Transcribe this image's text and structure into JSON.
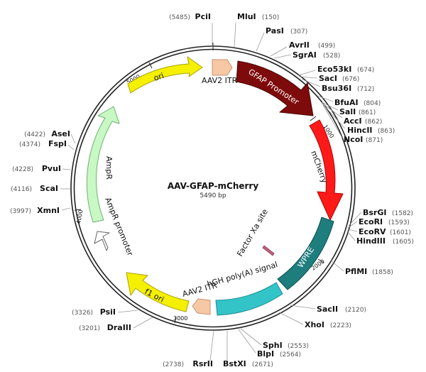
{
  "plasmid": {
    "name": "AAV-GFAP-mCherry",
    "size_label": "5490 bp",
    "length": 5490
  },
  "ticks": [
    "1000",
    "2000",
    "3000",
    "4000",
    "5000"
  ],
  "features": [
    {
      "id": "aav2-itr-1",
      "label": "AAV2 ITR",
      "color": "#f6c8a4"
    },
    {
      "id": "gfap-promoter",
      "label": "GFAP Promoter",
      "color": "#7e0b0b"
    },
    {
      "id": "mcherry",
      "label": "mCherry",
      "color": "#ff1a1a"
    },
    {
      "id": "factor-xa-site",
      "label": "Factor Xa site",
      "color": "#c06080"
    },
    {
      "id": "wpre",
      "label": "WPRE",
      "color": "#1e7d7d"
    },
    {
      "id": "hgh-polya",
      "label": "hGH poly(A) signal",
      "color": "#33c4c8"
    },
    {
      "id": "aav2-itr-2",
      "label": "AAV2 ITR",
      "color": "#f6c8a4"
    },
    {
      "id": "f1-ori",
      "label": "f1 ori",
      "color": "#f4f000"
    },
    {
      "id": "ampr-promoter",
      "label": "AmpR promoter",
      "color": "#ffffff"
    },
    {
      "id": "ampr",
      "label": "AmpR",
      "color": "#c8f8c4"
    },
    {
      "id": "ori",
      "label": "ori",
      "color": "#f4f000"
    }
  ],
  "enzymes": [
    {
      "name": "PciI",
      "pos": "(5485)"
    },
    {
      "name": "MluI",
      "pos": "(150)"
    },
    {
      "name": "PasI",
      "pos": "(307)"
    },
    {
      "name": "AvrII",
      "pos": "(499)"
    },
    {
      "name": "SgrAI",
      "pos": "(528)"
    },
    {
      "name": "Eco53kI",
      "pos": "(674)"
    },
    {
      "name": "SacI",
      "pos": "(676)"
    },
    {
      "name": "Bsu36I",
      "pos": "(712)"
    },
    {
      "name": "BfuAI",
      "pos": "(804)"
    },
    {
      "name": "SalI",
      "pos": "(861)"
    },
    {
      "name": "AccI",
      "pos": "(862)"
    },
    {
      "name": "HincII",
      "pos": "(863)"
    },
    {
      "name": "NcoI",
      "pos": "(871)"
    },
    {
      "name": "BsrGI",
      "pos": "(1582)"
    },
    {
      "name": "EcoRI",
      "pos": "(1593)"
    },
    {
      "name": "EcoRV",
      "pos": "(1601)"
    },
    {
      "name": "HindIII",
      "pos": "(1605)"
    },
    {
      "name": "PflMI",
      "pos": "(1858)"
    },
    {
      "name": "SacII",
      "pos": "(2120)"
    },
    {
      "name": "XhoI",
      "pos": "(2223)"
    },
    {
      "name": "SphI",
      "pos": "(2553)"
    },
    {
      "name": "BlpI",
      "pos": "(2564)"
    },
    {
      "name": "BstXI",
      "pos": "(2671)"
    },
    {
      "name": "RsrII",
      "pos": "(2738)"
    },
    {
      "name": "DraIII",
      "pos": "(3201)"
    },
    {
      "name": "PsiI",
      "pos": "(3326)"
    },
    {
      "name": "XmnI",
      "pos": "(3997)"
    },
    {
      "name": "ScaI",
      "pos": "(4116)"
    },
    {
      "name": "PvuI",
      "pos": "(4228)"
    },
    {
      "name": "FspI",
      "pos": "(4374)"
    },
    {
      "name": "AseI",
      "pos": "(4422)"
    }
  ],
  "colors": {
    "backbone": "#222222",
    "tick_text": "#111111",
    "leader": "#999999",
    "outline": "#666666"
  }
}
